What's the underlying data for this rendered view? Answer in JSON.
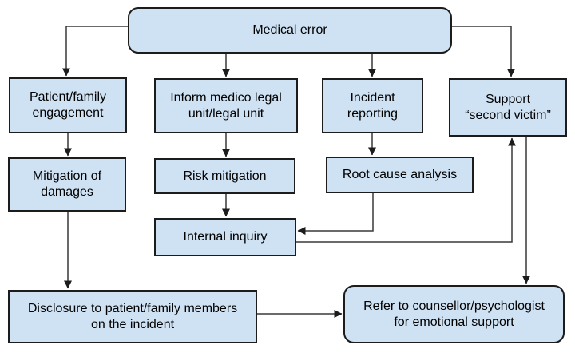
{
  "diagram": {
    "type": "flowchart",
    "colors": {
      "box_fill": "#cfe2f3",
      "box_border": "#1c1c1c",
      "connector": "#383838",
      "background": "#ffffff",
      "text": "#000000"
    },
    "nodes": {
      "medical_error": {
        "label": "Medical error"
      },
      "patient_family": {
        "label": "Patient/family\nengagement"
      },
      "inform_legal": {
        "label": "Inform medico legal\nunit/legal unit"
      },
      "incident_reporting": {
        "label": "Incident\nreporting"
      },
      "support_victim": {
        "label": "Support\n“second victim”"
      },
      "mitigation_damages": {
        "label": "Mitigation of\ndamages"
      },
      "risk_mitigation": {
        "label": "Risk mitigation"
      },
      "root_cause": {
        "label": "Root cause analysis"
      },
      "internal_inquiry": {
        "label": "Internal inquiry"
      },
      "disclosure": {
        "label": "Disclosure to patient/family members\non the incident"
      },
      "refer_counsellor": {
        "label": "Refer to counsellor/psychologist\nfor emotional support"
      }
    },
    "edges": [
      {
        "from": "medical_error",
        "to": "patient_family"
      },
      {
        "from": "medical_error",
        "to": "inform_legal"
      },
      {
        "from": "medical_error",
        "to": "incident_reporting"
      },
      {
        "from": "medical_error",
        "to": "support_victim"
      },
      {
        "from": "patient_family",
        "to": "mitigation_damages"
      },
      {
        "from": "inform_legal",
        "to": "risk_mitigation"
      },
      {
        "from": "incident_reporting",
        "to": "root_cause"
      },
      {
        "from": "risk_mitigation",
        "to": "internal_inquiry"
      },
      {
        "from": "root_cause",
        "to": "internal_inquiry"
      },
      {
        "from": "internal_inquiry",
        "to": "support_victim"
      },
      {
        "from": "support_victim",
        "to": "refer_counsellor"
      },
      {
        "from": "mitigation_damages",
        "to": "disclosure"
      },
      {
        "from": "disclosure",
        "to": "refer_counsellor"
      }
    ]
  }
}
